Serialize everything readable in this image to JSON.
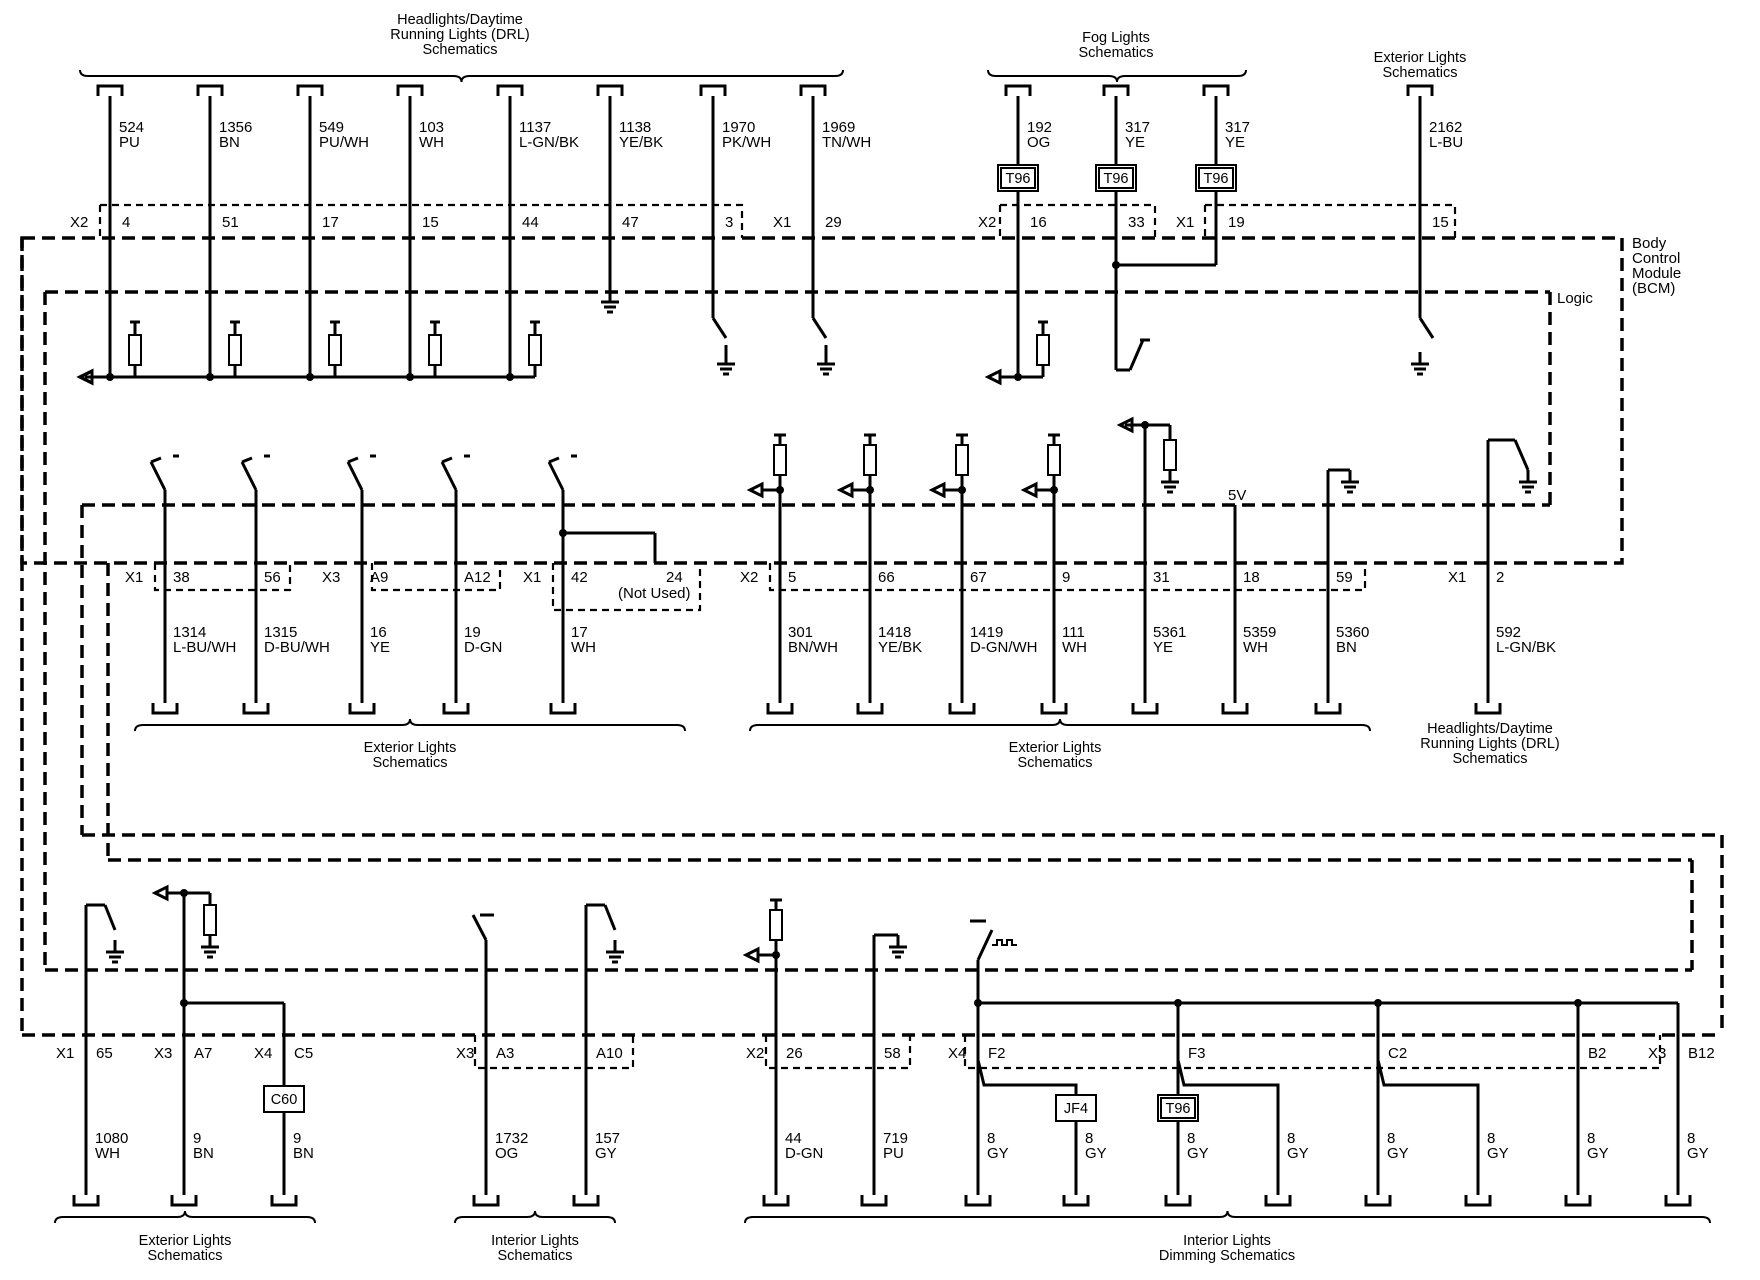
{
  "module": {
    "name": "Body Control Module (BCM)",
    "lines": [
      "Body",
      "Control",
      "Module",
      "(BCM)"
    ],
    "logic_label": "Logic",
    "five_volt_label": "5V"
  },
  "headers": {
    "drl_top": [
      "Headlights/Daytime",
      "Running Lights (DRL)",
      "Schematics"
    ],
    "fog_top": [
      "Fog Lights",
      "Schematics"
    ],
    "ext_top": [
      "Exterior Lights",
      "Schematics"
    ],
    "ext_mid_left": [
      "Exterior Lights",
      "Schematics"
    ],
    "ext_mid_right": [
      "Exterior Lights",
      "Schematics"
    ],
    "drl_mid": [
      "Headlights/Daytime",
      "Running Lights (DRL)",
      "Schematics"
    ],
    "ext_bot": [
      "Exterior Lights",
      "Schematics"
    ],
    "int_bot": [
      "Interior Lights",
      "Schematics"
    ],
    "dim_bot": [
      "Interior Lights",
      "Dimming Schematics"
    ]
  },
  "connectors": {
    "top": [
      {
        "conn": "X2",
        "pin": "4",
        "circuit": "524",
        "color": "PU"
      },
      {
        "conn": "",
        "pin": "51",
        "circuit": "1356",
        "color": "BN"
      },
      {
        "conn": "",
        "pin": "17",
        "circuit": "549",
        "color": "PU/WH"
      },
      {
        "conn": "",
        "pin": "15",
        "circuit": "103",
        "color": "WH"
      },
      {
        "conn": "",
        "pin": "44",
        "circuit": "1137",
        "color": "L-GN/BK"
      },
      {
        "conn": "",
        "pin": "47",
        "circuit": "1138",
        "color": "YE/BK"
      },
      {
        "conn": "",
        "pin": "3",
        "circuit": "1970",
        "color": "PK/WH"
      },
      {
        "conn": "X1",
        "pin": "29",
        "circuit": "1969",
        "color": "TN/WH"
      },
      {
        "conn": "X2",
        "pin": "16",
        "circuit": "192",
        "color": "OG"
      },
      {
        "conn": "",
        "pin": "33",
        "circuit": "317",
        "color": "YE"
      },
      {
        "conn": "X1",
        "pin": "19",
        "circuit": "317",
        "color": "YE"
      },
      {
        "conn": "",
        "pin": "15",
        "circuit": "2162",
        "color": "L-BU"
      }
    ],
    "middle": [
      {
        "conn": "X1",
        "pin": "38",
        "circuit": "1314",
        "color": "L-BU/WH"
      },
      {
        "conn": "",
        "pin": "56",
        "circuit": "1315",
        "color": "D-BU/WH"
      },
      {
        "conn": "X3",
        "pin": "A9",
        "circuit": "16",
        "color": "YE"
      },
      {
        "conn": "",
        "pin": "A12",
        "circuit": "19",
        "color": "D-GN"
      },
      {
        "conn": "X1",
        "pin": "42",
        "circuit": "17",
        "color": "WH"
      },
      {
        "conn": "",
        "pin": "24",
        "circuit": "",
        "color": ""
      },
      {
        "conn": "X2",
        "pin": "5",
        "circuit": "301",
        "color": "BN/WH"
      },
      {
        "conn": "",
        "pin": "66",
        "circuit": "1418",
        "color": "YE/BK"
      },
      {
        "conn": "",
        "pin": "67",
        "circuit": "1419",
        "color": "D-GN/WH"
      },
      {
        "conn": "",
        "pin": "9",
        "circuit": "111",
        "color": "WH"
      },
      {
        "conn": "",
        "pin": "31",
        "circuit": "5361",
        "color": "YE"
      },
      {
        "conn": "",
        "pin": "18",
        "circuit": "5359",
        "color": "WH"
      },
      {
        "conn": "",
        "pin": "59",
        "circuit": "5360",
        "color": "BN"
      },
      {
        "conn": "X1",
        "pin": "2",
        "circuit": "592",
        "color": "L-GN/BK"
      }
    ],
    "not_used": "(Not Used)",
    "bottom": [
      {
        "conn": "X1",
        "pin": "65",
        "circuit": "1080",
        "color": "WH"
      },
      {
        "conn": "X3",
        "pin": "A7",
        "circuit": "9",
        "color": "BN"
      },
      {
        "conn": "X4",
        "pin": "C5",
        "circuit": "9",
        "color": "BN"
      },
      {
        "conn": "X3",
        "pin": "A3",
        "circuit": "1732",
        "color": "OG"
      },
      {
        "conn": "",
        "pin": "A10",
        "circuit": "157",
        "color": "GY"
      },
      {
        "conn": "X2",
        "pin": "26",
        "circuit": "44",
        "color": "D-GN"
      },
      {
        "conn": "",
        "pin": "58",
        "circuit": "719",
        "color": "PU"
      },
      {
        "conn": "X4",
        "pin": "F2",
        "circuit": "8",
        "color": "GY"
      },
      {
        "conn": "",
        "pin": "",
        "circuit": "8",
        "color": "GY"
      },
      {
        "conn": "",
        "pin": "F3",
        "circuit": "8",
        "color": "GY"
      },
      {
        "conn": "",
        "pin": "",
        "circuit": "8",
        "color": "GY"
      },
      {
        "conn": "",
        "pin": "C2",
        "circuit": "8",
        "color": "GY"
      },
      {
        "conn": "",
        "pin": "",
        "circuit": "8",
        "color": "GY"
      },
      {
        "conn": "",
        "pin": "B2",
        "circuit": "8",
        "color": "GY"
      },
      {
        "conn": "X3",
        "pin": "B12",
        "circuit": "8",
        "color": "GY"
      }
    ]
  },
  "splice_labels": {
    "t96": "T96",
    "c60": "C60",
    "jf4": "JF4"
  }
}
